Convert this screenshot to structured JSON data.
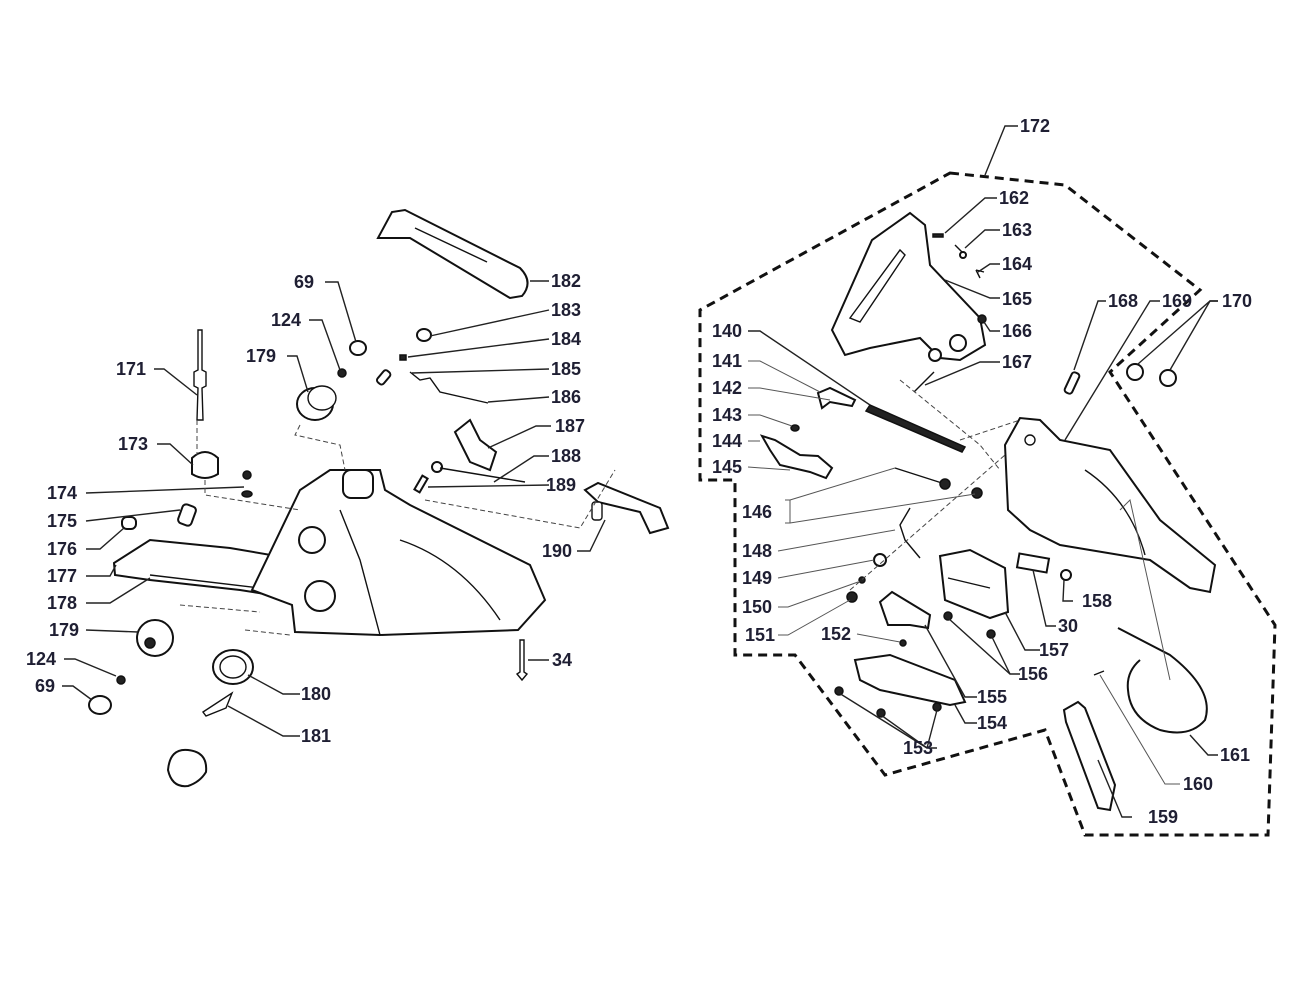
{
  "diagram": {
    "type": "exploded-parts-diagram",
    "subject": "chainsaw housing and chain brake assembly",
    "left_assembly": {
      "labels": [
        "69",
        "124",
        "179",
        "171",
        "173",
        "174",
        "175",
        "176",
        "177",
        "178",
        "179",
        "124",
        "69",
        "180",
        "181",
        "182",
        "183",
        "184",
        "185",
        "186",
        "187",
        "188",
        "189",
        "190",
        "34"
      ]
    },
    "right_assembly": {
      "group_label": "172",
      "labels": [
        "162",
        "163",
        "164",
        "165",
        "166",
        "167",
        "168",
        "169",
        "170",
        "140",
        "141",
        "142",
        "143",
        "144",
        "145",
        "146",
        "148",
        "149",
        "150",
        "151",
        "152",
        "153",
        "154",
        "155",
        "156",
        "157",
        "30",
        "158",
        "159",
        "160",
        "161"
      ]
    }
  }
}
